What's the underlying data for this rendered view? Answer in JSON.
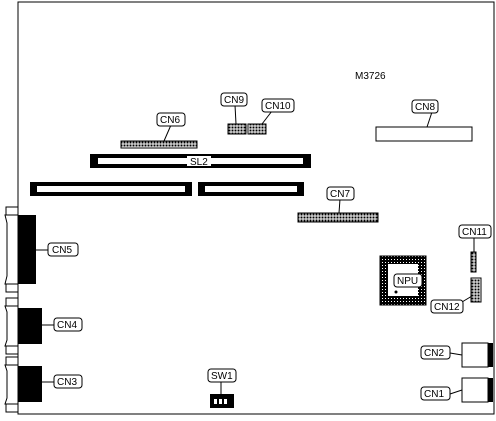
{
  "board": {
    "model": "M3726"
  },
  "components": {
    "cn1": "CN1",
    "cn2": "CN2",
    "cn3": "CN3",
    "cn4": "CN4",
    "cn5": "CN5",
    "cn6": "CN6",
    "cn7": "CN7",
    "cn8": "CN8",
    "cn9": "CN9",
    "cn10": "CN10",
    "cn11": "CN11",
    "cn12": "CN12",
    "sl2": "SL2",
    "npu": "NPU",
    "sw1": "SW1"
  }
}
